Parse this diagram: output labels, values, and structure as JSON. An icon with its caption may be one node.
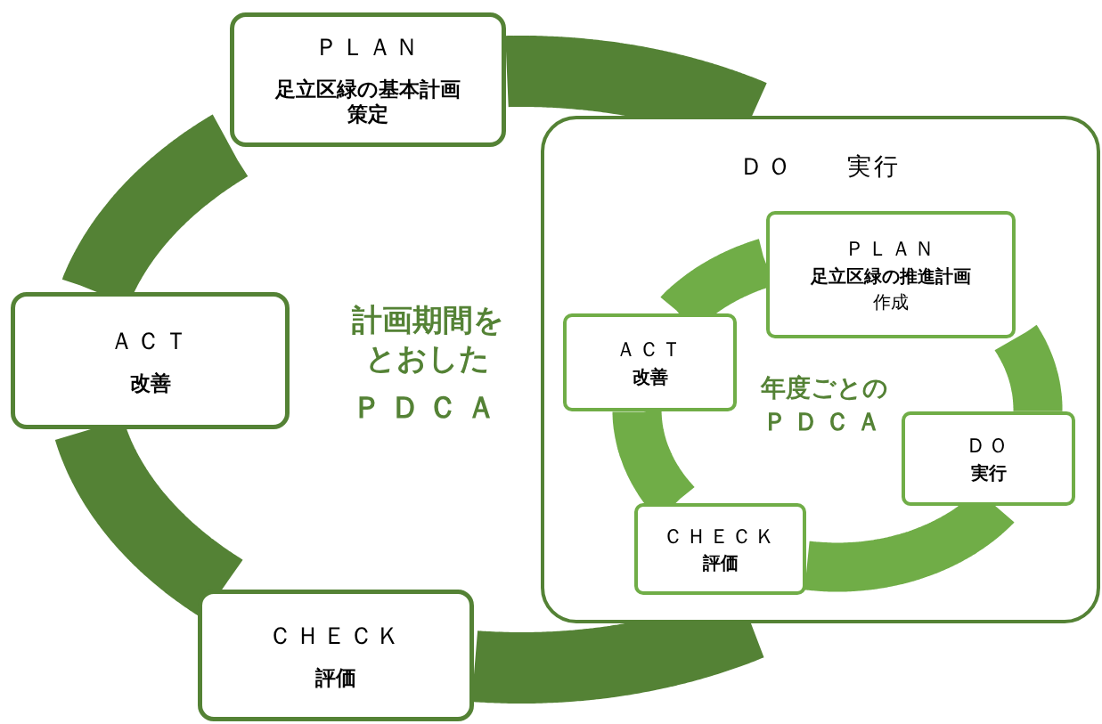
{
  "diagram": {
    "nodes": [
      {
        "text": [
          "ＰＬＡＮ",
          "足立区緑の基本計画策定"
        ]
      },
      {
        "text": [
          "ＤＯ　　実行"
        ]
      },
      {
        "text": [
          "ＰＬＡＮ",
          "足立区緑の推進計画",
          "作成"
        ],
        "in": 1
      },
      {
        "text": [
          "ＤＯ",
          "実行"
        ],
        "in": 1
      },
      {
        "text": [
          "ＣＨＥＣＫ",
          "評価"
        ],
        "in": 1
      },
      {
        "text": [
          "ＡＣＴ",
          "改善"
        ],
        "in": 1
      },
      {
        "text": [
          "ＣＨＥＣＫ",
          "評価"
        ]
      },
      {
        "text": [
          "ＡＣＴ",
          "改善"
        ]
      }
    ],
    "edges": [
      {
        "from": 0,
        "to": 1,
        "arrow": "none",
        "color": "#548235"
      },
      {
        "from": 1,
        "to": 6,
        "arrow": "none",
        "color": "#548235"
      },
      {
        "from": 6,
        "to": 7,
        "arrow": "none",
        "color": "#548235"
      },
      {
        "from": 7,
        "to": 0,
        "arrow": "none",
        "color": "#548235"
      },
      {
        "from": 2,
        "to": 3,
        "arrow": "none",
        "color": "#70ad47"
      },
      {
        "from": 3,
        "to": 4,
        "arrow": "none",
        "color": "#70ad47"
      },
      {
        "from": 4,
        "to": 5,
        "arrow": "none",
        "color": "#70ad47"
      },
      {
        "from": 5,
        "to": 2,
        "arrow": "none",
        "color": "#70ad47"
      }
    ],
    "labels": [
      "計画期間をとおした",
      "ＰＤＣＡ",
      "年度ごとの",
      "ＰＤＣＡ"
    ]
  }
}
